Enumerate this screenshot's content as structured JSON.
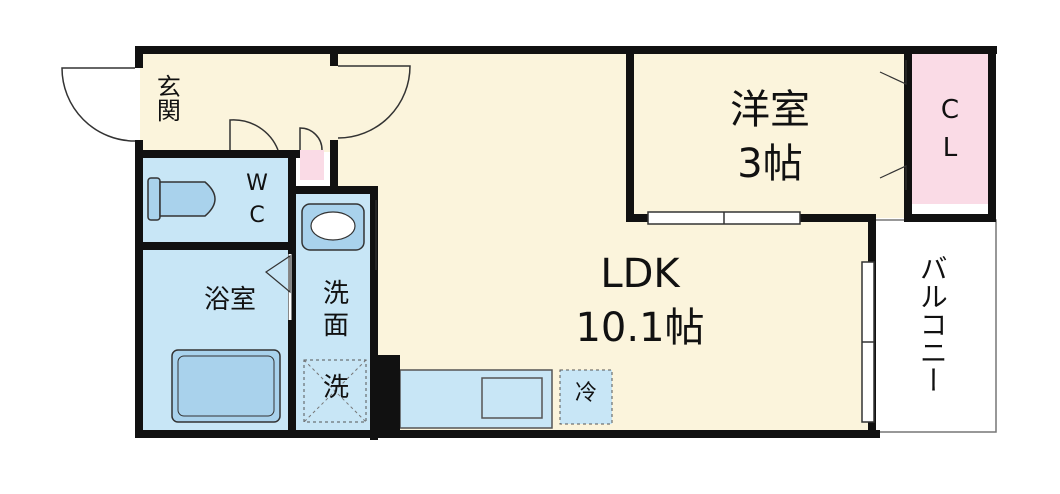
{
  "rooms": {
    "entrance": "玄関",
    "wc_line1": "W",
    "wc_line2": "C",
    "bath": "浴室",
    "washroom_line1": "洗",
    "washroom_line2": "面",
    "washer": "洗",
    "fridge": "冷",
    "ldk_name": "LDK",
    "ldk_size": "10.1帖",
    "western_name": "洋室",
    "western_size": "3帖",
    "closet_line1": "C",
    "closet_line2": "L",
    "balcony": "バルコニー"
  },
  "colors": {
    "floor": "#fbf4dc",
    "wet": "#c8e6f6",
    "closet": "#fadbe6",
    "wall": "#111111",
    "fixture": "#a9d2ec"
  }
}
